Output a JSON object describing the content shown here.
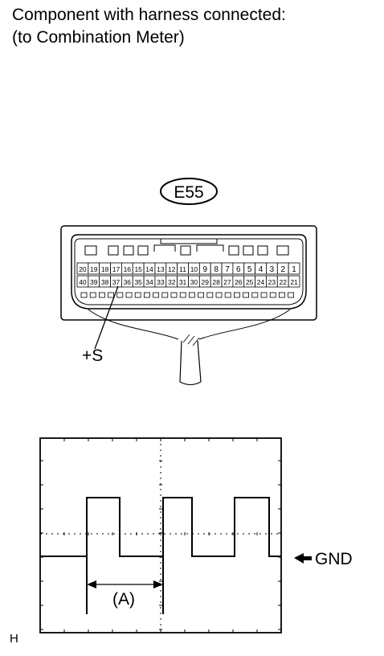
{
  "heading": {
    "line1": "Component with harness connected:",
    "line2": "(to Combination Meter)"
  },
  "connector": {
    "id": "E55",
    "top_row": [
      "20",
      "19",
      "18",
      "17",
      "16",
      "15",
      "14",
      "13",
      "12",
      "11",
      "10",
      "9",
      "8",
      "7",
      "6",
      "5",
      "4",
      "3",
      "2",
      "1"
    ],
    "bottom_row": [
      "40",
      "39",
      "38",
      "37",
      "36",
      "35",
      "34",
      "33",
      "32",
      "31",
      "30",
      "29",
      "28",
      "27",
      "26",
      "25",
      "24",
      "23",
      "22",
      "21"
    ],
    "terminal_label": "+S"
  },
  "waveform": {
    "period_label": "(A)",
    "ground_label": "GND"
  },
  "footnote": "H"
}
